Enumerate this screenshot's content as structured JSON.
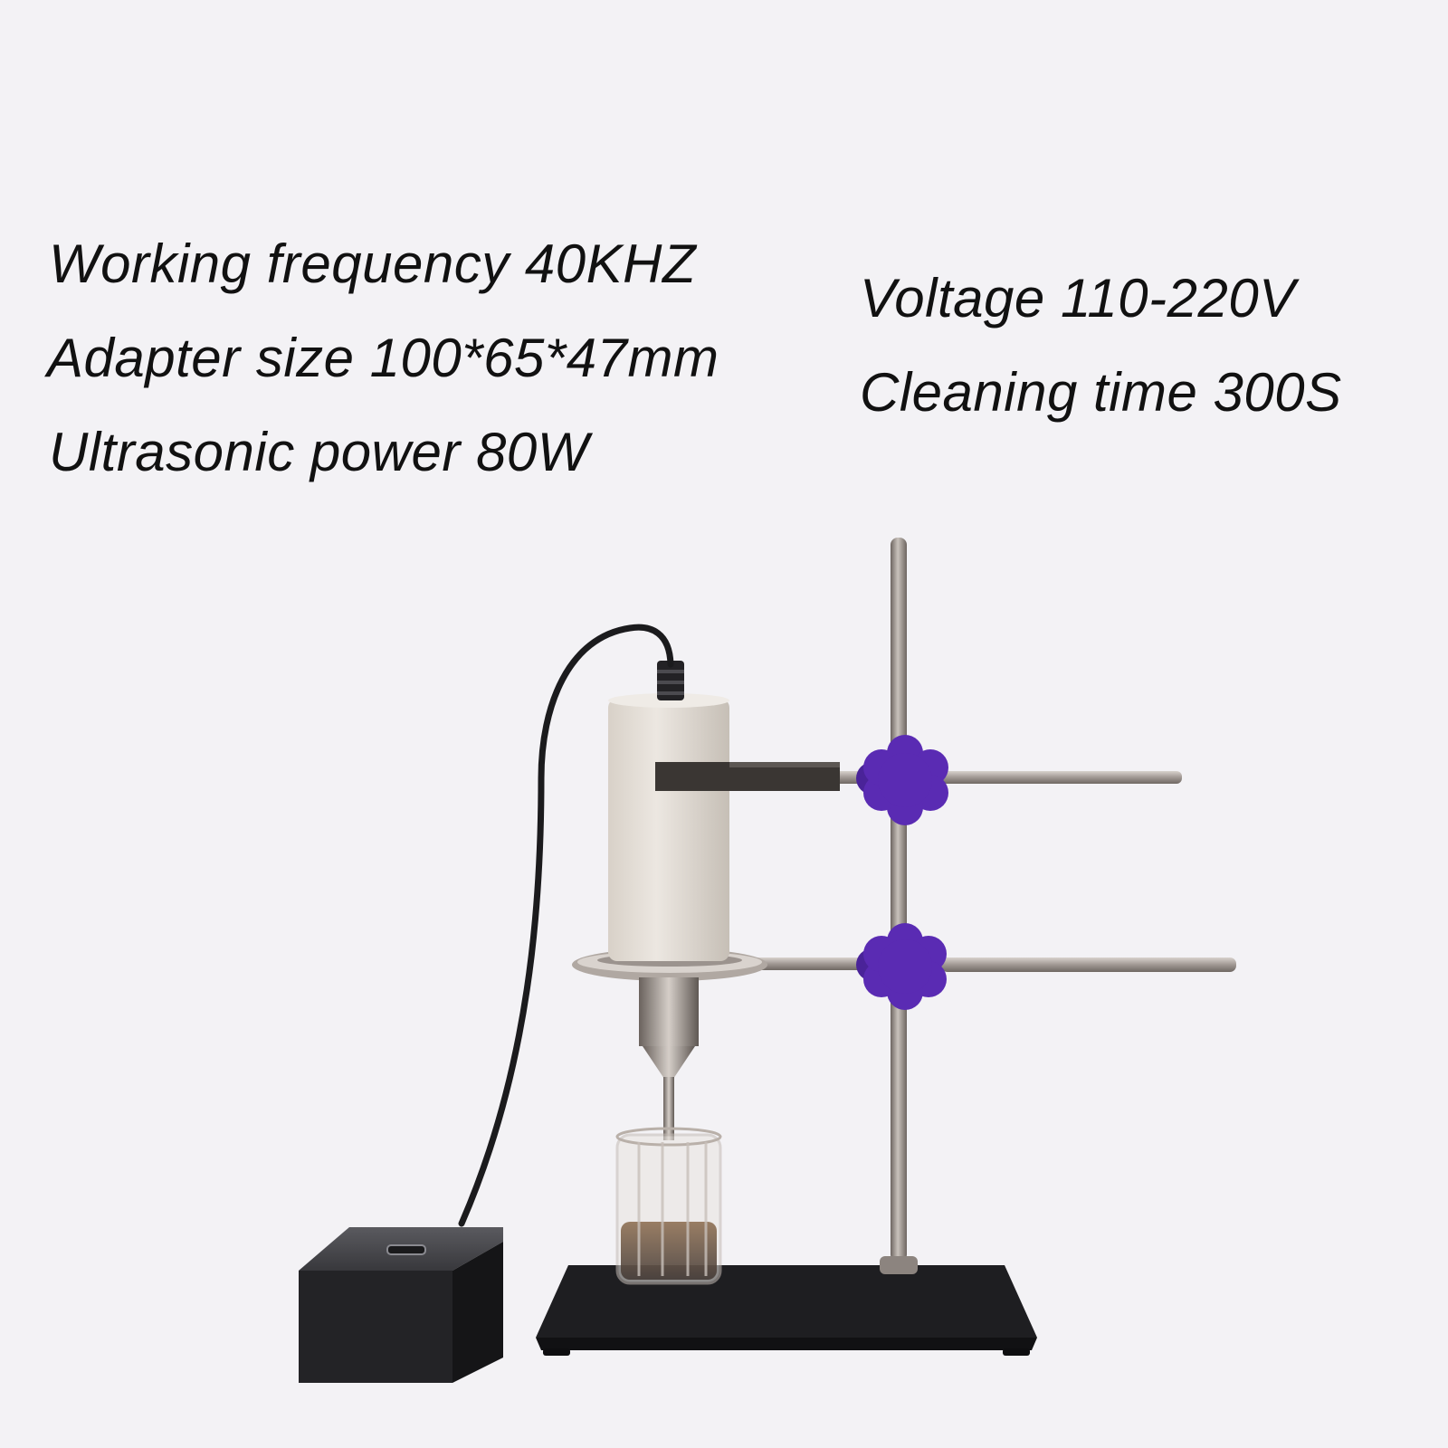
{
  "specs": {
    "left": [
      "Working frequency 40KHZ",
      "Adapter size 100*65*47mm",
      "Ultrasonic power 80W"
    ],
    "right": [
      "Voltage 110-220V",
      "Cleaning time 300S"
    ]
  },
  "colors": {
    "background": "#f3f2f5",
    "text": "#111111",
    "knob": "#5a2bb3",
    "base": "#1c1c1e",
    "adapter": "#2a2a2d",
    "transducer": "#ddd7cf",
    "metal": "#a39b96"
  }
}
